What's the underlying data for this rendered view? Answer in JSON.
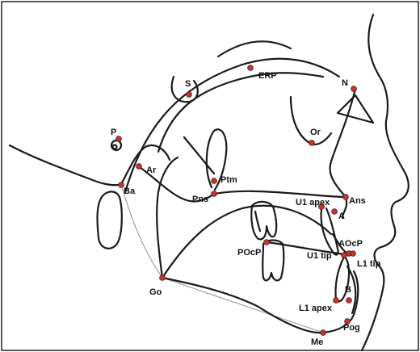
{
  "landmarks": {
    "S": "S",
    "ERP": "ERP",
    "N": "N",
    "Or": "Or",
    "P": "P",
    "Ar": "Ar",
    "Ba": "Ba",
    "Ptm": "Ptm",
    "Pns": "Pns",
    "U1_apex": "U1 apex",
    "Ans": "Ans",
    "A": "A",
    "POcP": "POcP",
    "AOcP": "AOcP",
    "U1_tip": "U1 tip",
    "L1_tip": "L1 tip",
    "Go": "Go",
    "B": "B",
    "L1_apex": "L1 apex",
    "Pog": "Pog",
    "Me": "Me"
  },
  "colors": {
    "landmark_point": "#c0392b",
    "tracing": "#1a1a1a",
    "reference_line": "#9a9a9a"
  }
}
